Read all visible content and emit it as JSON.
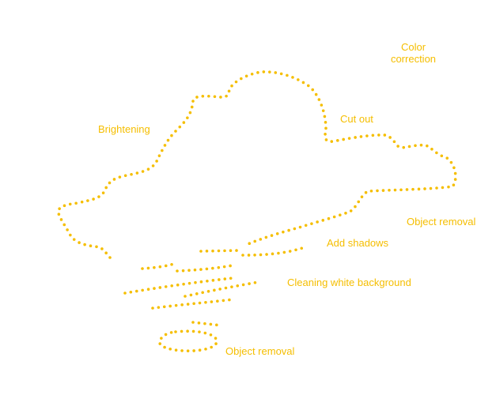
{
  "labels": {
    "color_correction": "Color\ncorrection",
    "brightening": "Brightening",
    "cut_out": "Cut out",
    "object_removal_right": "Object removal",
    "add_shadows": "Add shadows",
    "cleaning_white_background": "Cleaning white background",
    "object_removal_bottom": "Object removal"
  },
  "colors": {
    "accent": "#F5BE00"
  }
}
